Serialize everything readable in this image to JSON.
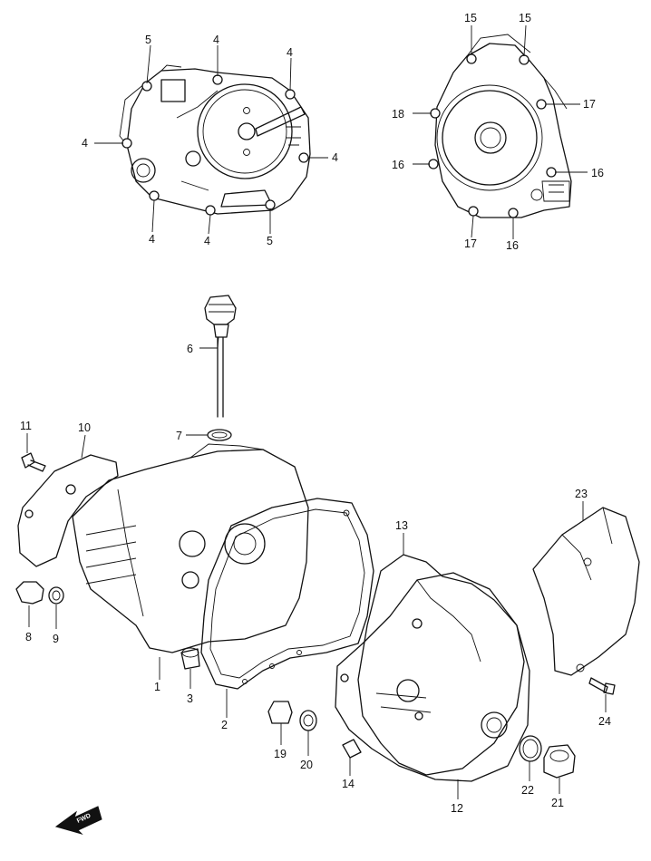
{
  "callouts": [
    {
      "id": "c5a",
      "text": "5"
    },
    {
      "id": "c4a",
      "text": "4"
    },
    {
      "id": "c4b",
      "text": "4"
    },
    {
      "id": "c4c",
      "text": "4"
    },
    {
      "id": "c4d",
      "text": "4"
    },
    {
      "id": "c4e",
      "text": "4"
    },
    {
      "id": "c4f",
      "text": "4"
    },
    {
      "id": "c5b",
      "text": "5"
    },
    {
      "id": "c15a",
      "text": "15"
    },
    {
      "id": "c15b",
      "text": "15"
    },
    {
      "id": "c17a",
      "text": "17"
    },
    {
      "id": "c18",
      "text": "18"
    },
    {
      "id": "c16a",
      "text": "16"
    },
    {
      "id": "c16b",
      "text": "16"
    },
    {
      "id": "c17b",
      "text": "17"
    },
    {
      "id": "c16c",
      "text": "16"
    },
    {
      "id": "c6",
      "text": "6"
    },
    {
      "id": "c7",
      "text": "7"
    },
    {
      "id": "c11",
      "text": "11"
    },
    {
      "id": "c10",
      "text": "10"
    },
    {
      "id": "c8",
      "text": "8"
    },
    {
      "id": "c9",
      "text": "9"
    },
    {
      "id": "c1",
      "text": "1"
    },
    {
      "id": "c3",
      "text": "3"
    },
    {
      "id": "c2",
      "text": "2"
    },
    {
      "id": "c13",
      "text": "13"
    },
    {
      "id": "c23",
      "text": "23"
    },
    {
      "id": "c19",
      "text": "19"
    },
    {
      "id": "c20",
      "text": "20"
    },
    {
      "id": "c14",
      "text": "14"
    },
    {
      "id": "c12",
      "text": "12"
    },
    {
      "id": "c22",
      "text": "22"
    },
    {
      "id": "c21",
      "text": "21"
    },
    {
      "id": "c24",
      "text": "24"
    }
  ],
  "fwd_label": "FWD"
}
